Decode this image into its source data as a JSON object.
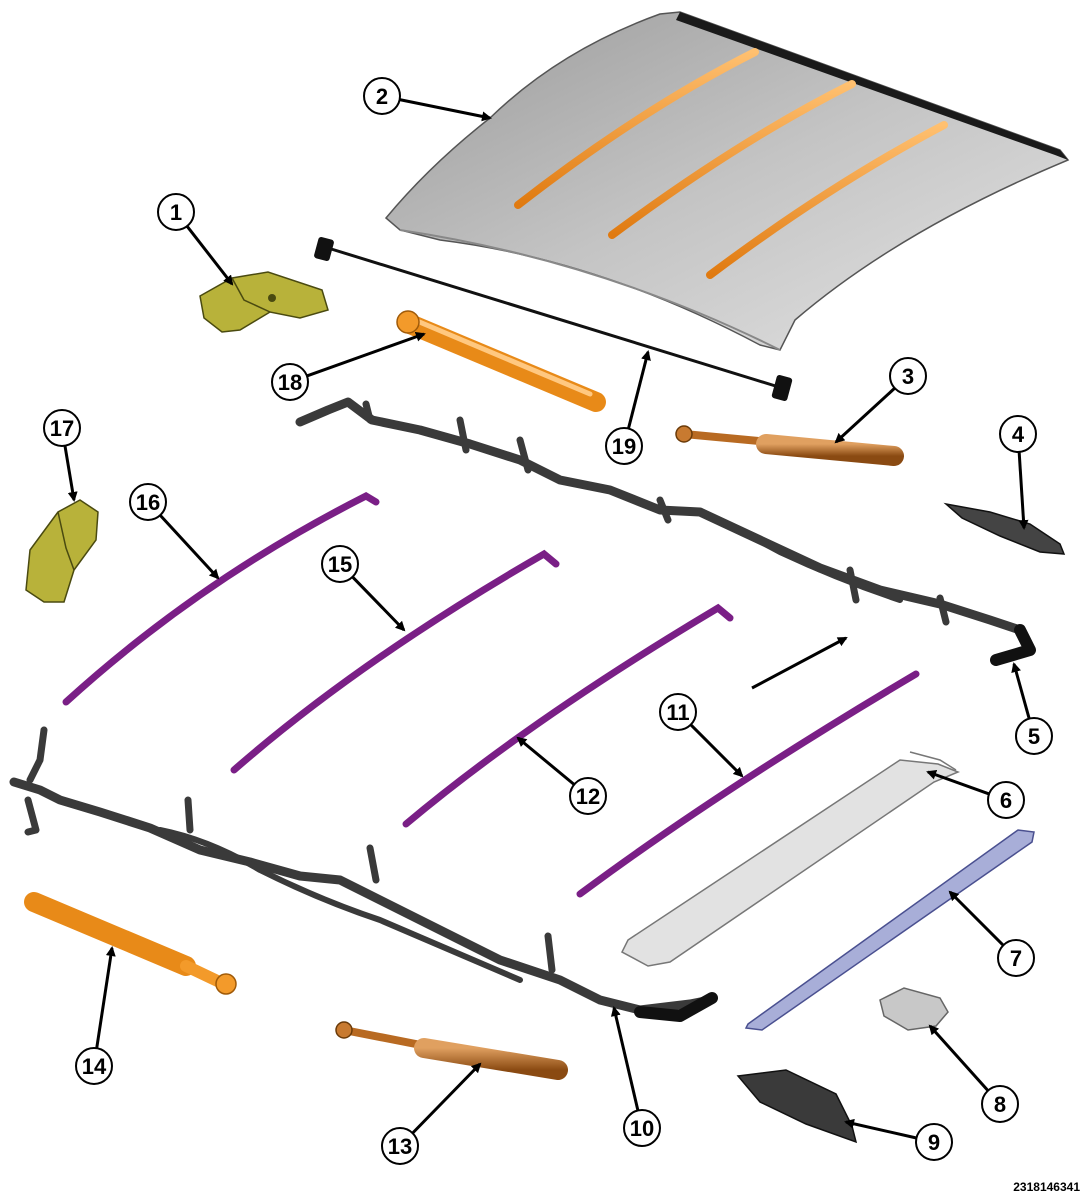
{
  "diagram": {
    "reference_number": "2318146341",
    "colors": {
      "roof_panel": "#c9c9c9",
      "bow_strip": "#f08c1a",
      "harness": "#3a3a3a",
      "strut_orange": "#f39a2a",
      "strut_brown": "#b86a22",
      "seal_purple": "#7a1f86",
      "bracket_yellow": "#b8b23a",
      "rail_silver": "#d8d8d8",
      "rail_blue": "#8f96c8"
    },
    "callouts": [
      {
        "label": "1"
      },
      {
        "label": "2"
      },
      {
        "label": "3"
      },
      {
        "label": "4"
      },
      {
        "label": "5"
      },
      {
        "label": "6"
      },
      {
        "label": "7"
      },
      {
        "label": "8"
      },
      {
        "label": "9"
      },
      {
        "label": "10"
      },
      {
        "label": "11"
      },
      {
        "label": "12"
      },
      {
        "label": "13"
      },
      {
        "label": "14"
      },
      {
        "label": "15"
      },
      {
        "label": "16"
      },
      {
        "label": "17"
      },
      {
        "label": "18"
      },
      {
        "label": "19"
      }
    ]
  }
}
